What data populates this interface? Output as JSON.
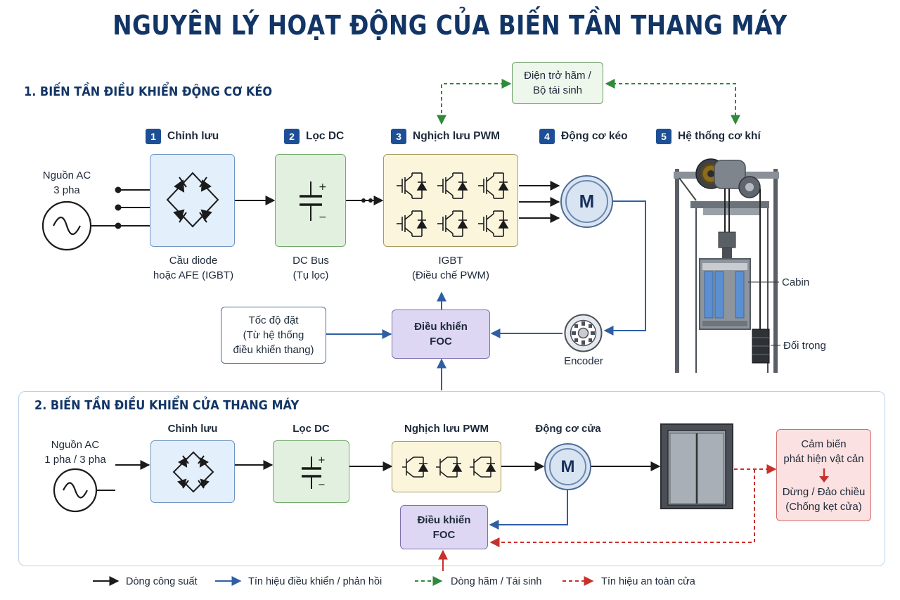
{
  "title": "NGUYÊN LÝ HOẠT ĐỘNG CỦA BIẾN TẦN THANG MÁY",
  "section1": {
    "title": "1. BIẾN TẦN ĐIỀU KHIỂN ĐỘNG CƠ KÉO",
    "steps": [
      {
        "num": "1",
        "label": "Chỉnh lưu"
      },
      {
        "num": "2",
        "label": "Lọc DC"
      },
      {
        "num": "3",
        "label": "Nghịch lưu PWM"
      },
      {
        "num": "4",
        "label": "Động cơ kéo"
      },
      {
        "num": "5",
        "label": "Hệ thống cơ khí"
      }
    ],
    "source_line1": "Nguồn AC",
    "source_line2": "3 pha",
    "rectifier_line1": "Cầu diode",
    "rectifier_line2": "hoặc AFE (IGBT)",
    "dc_line1": "DC Bus",
    "dc_line2": "(Tụ lọc)",
    "inverter_line1": "IGBT",
    "inverter_line2": "(Điều chế PWM)",
    "motor": "M",
    "brake_line1": "Điện trở hãm /",
    "brake_line2": "Bộ tái sinh",
    "speed_line1": "Tốc độ đặt",
    "speed_line2": "(Từ hệ thống",
    "speed_line3": "điều khiển thang)",
    "foc_line1": "Điều khiển",
    "foc_line2": "FOC",
    "encoder": "Encoder",
    "cabin": "Cabin",
    "counterweight": "Đối trọng"
  },
  "section2": {
    "title": "2. BIẾN TẦN ĐIỀU KHIỂN CỬA THANG MÁY",
    "source_line1": "Nguồn AC",
    "source_line2": "1 pha / 3 pha",
    "rectifier": "Chỉnh lưu",
    "dc": "Lọc DC",
    "inverter": "Nghịch lưu PWM",
    "motor_label": "Động cơ cửa",
    "motor": "M",
    "foc_line1": "Điều khiển",
    "foc_line2": "FOC",
    "sensor_line1": "Cảm biến",
    "sensor_line2": "phát hiện vật cản",
    "sensor_line3": "Dừng / Đảo chiều",
    "sensor_line4": "(Chống kẹt cửa)"
  },
  "legend": [
    {
      "label": "Dòng công suất",
      "color": "#1b1b1b",
      "style": "solid"
    },
    {
      "label": "Tín hiệu điều khiển / phản hồi",
      "color": "#2f5fa3",
      "style": "solid"
    },
    {
      "label": "Dòng hãm / Tái sinh",
      "color": "#2f8a3a",
      "style": "dashed"
    },
    {
      "label": "Tín hiệu an toàn cửa",
      "color": "#c8302c",
      "style": "dashed"
    }
  ],
  "colors": {
    "title": "#123566",
    "power": "#1b1b1b",
    "control": "#2f5fa3",
    "braking": "#2f8a3a",
    "safety": "#c8302c"
  }
}
